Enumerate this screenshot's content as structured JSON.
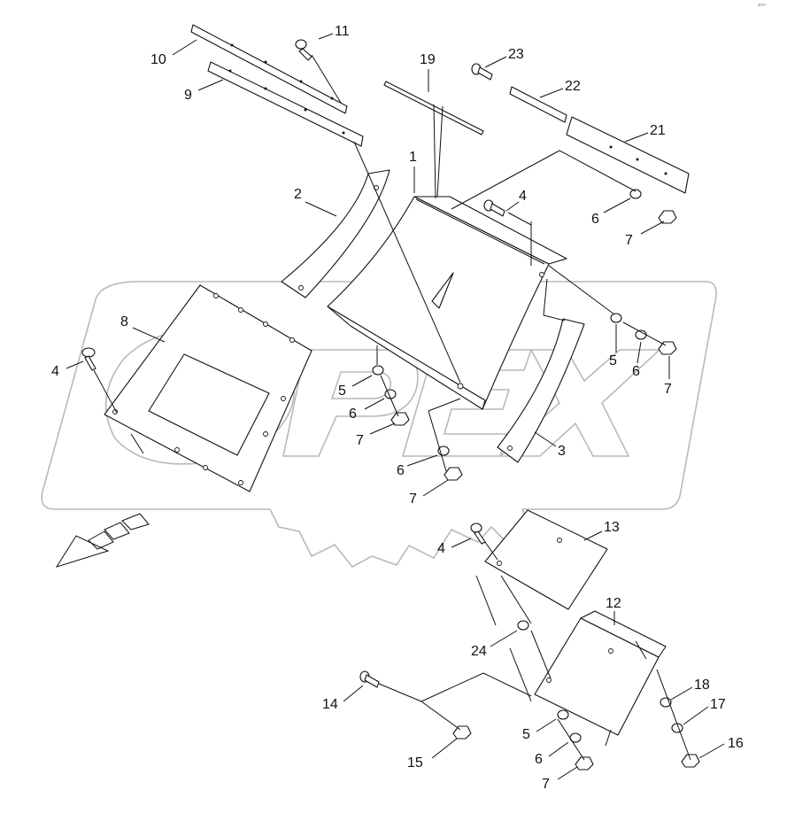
{
  "watermark": {
    "text": "OPEX",
    "color": "#b9b9b9"
  },
  "corner_mark": "ᵃᵖᵉˣ",
  "callouts": [
    {
      "id": "c1",
      "text": "1"
    },
    {
      "id": "c2",
      "text": "2"
    },
    {
      "id": "c3",
      "text": "3"
    },
    {
      "id": "c4a",
      "text": "4"
    },
    {
      "id": "c4b",
      "text": "4"
    },
    {
      "id": "c4c",
      "text": "4"
    },
    {
      "id": "c5a",
      "text": "5"
    },
    {
      "id": "c5b",
      "text": "5"
    },
    {
      "id": "c5c",
      "text": "5"
    },
    {
      "id": "c6a",
      "text": "6"
    },
    {
      "id": "c6b",
      "text": "6"
    },
    {
      "id": "c6c",
      "text": "6"
    },
    {
      "id": "c6d",
      "text": "6"
    },
    {
      "id": "c6e",
      "text": "6"
    },
    {
      "id": "c7a",
      "text": "7"
    },
    {
      "id": "c7b",
      "text": "7"
    },
    {
      "id": "c7c",
      "text": "7"
    },
    {
      "id": "c7d",
      "text": "7"
    },
    {
      "id": "c7e",
      "text": "7"
    },
    {
      "id": "c8",
      "text": "8"
    },
    {
      "id": "c9",
      "text": "9"
    },
    {
      "id": "c10",
      "text": "10"
    },
    {
      "id": "c11",
      "text": "11"
    },
    {
      "id": "c12",
      "text": "12"
    },
    {
      "id": "c13",
      "text": "13"
    },
    {
      "id": "c14",
      "text": "14"
    },
    {
      "id": "c15",
      "text": "15"
    },
    {
      "id": "c16",
      "text": "16"
    },
    {
      "id": "c17",
      "text": "17"
    },
    {
      "id": "c18",
      "text": "18"
    },
    {
      "id": "c19",
      "text": "19"
    },
    {
      "id": "c21",
      "text": "21"
    },
    {
      "id": "c22",
      "text": "22"
    },
    {
      "id": "c23",
      "text": "23"
    },
    {
      "id": "c24",
      "text": "24"
    }
  ]
}
